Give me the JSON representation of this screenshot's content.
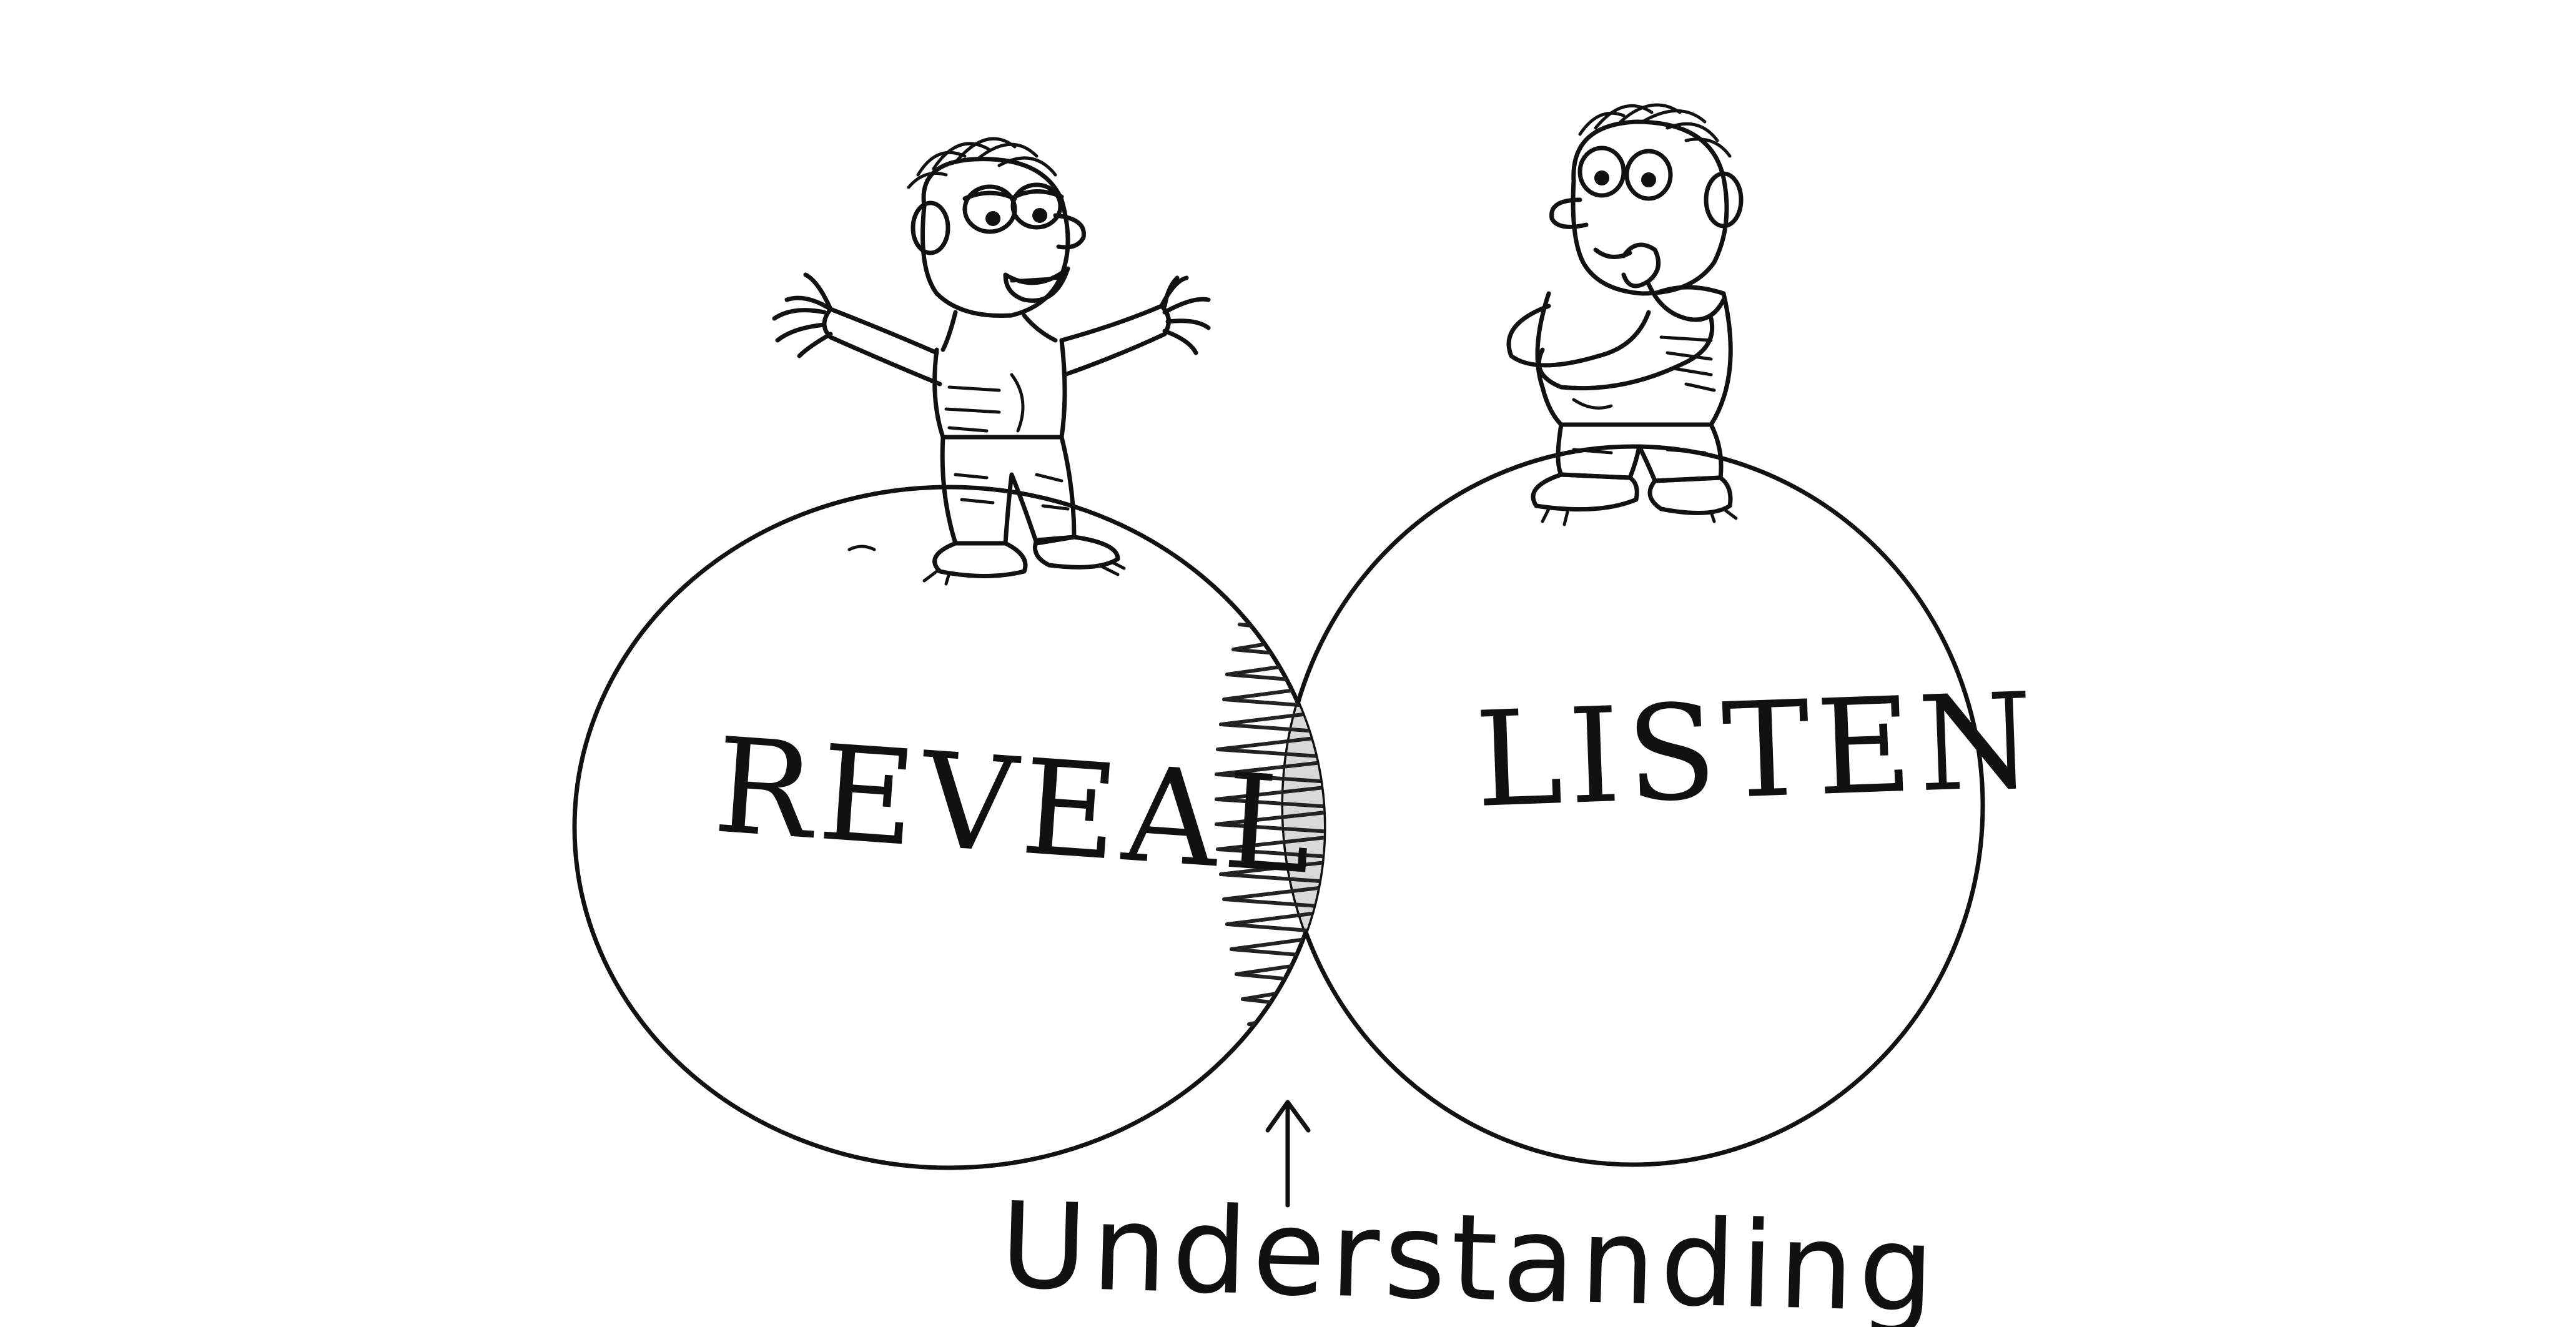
{
  "diagram": {
    "type": "venn",
    "left_circle": {
      "label": "REVEAL"
    },
    "right_circle": {
      "label": "LISTEN"
    },
    "intersection": {
      "label": "Understanding"
    }
  },
  "figures": [
    {
      "id": "left-figure",
      "pose": "arms-open-talking"
    },
    {
      "id": "right-figure",
      "pose": "arms-crossed-thinking"
    }
  ],
  "colors": {
    "ink": "#111111",
    "paper": "#ffffff",
    "hatch": "#222222"
  }
}
